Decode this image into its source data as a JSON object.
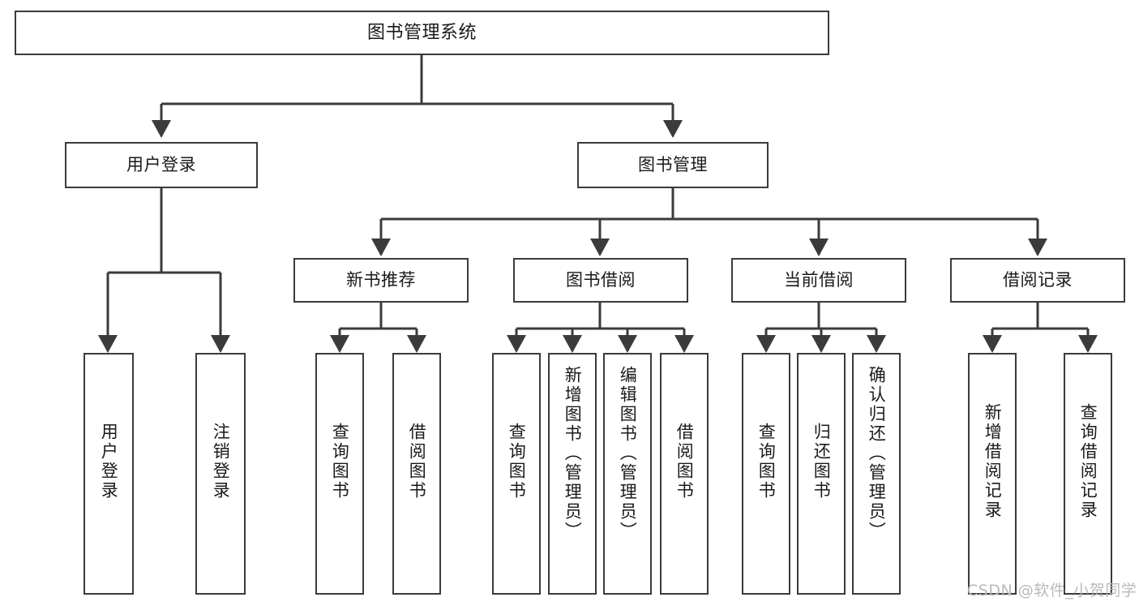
{
  "diagram": {
    "type": "tree",
    "title": "图书管理系统",
    "orientation": "top-down",
    "root": {
      "id": "root",
      "label": "图书管理系统"
    },
    "level2": [
      {
        "id": "user-login",
        "label": "用户登录"
      },
      {
        "id": "book-management",
        "label": "图书管理"
      }
    ],
    "level3": [
      {
        "id": "new-book-recommend",
        "label": "新书推荐",
        "parent": "book-management"
      },
      {
        "id": "book-borrow",
        "label": "图书借阅",
        "parent": "book-management"
      },
      {
        "id": "current-borrow",
        "label": "当前借阅",
        "parent": "book-management"
      },
      {
        "id": "borrow-record",
        "label": "借阅记录",
        "parent": "book-management"
      }
    ],
    "leaves": [
      {
        "id": "leaf-user-login",
        "label": "用户登录",
        "parent": "user-login"
      },
      {
        "id": "leaf-logout-login",
        "label": "注销登录",
        "parent": "user-login"
      },
      {
        "id": "leaf-query-book-1",
        "label": "查询图书",
        "parent": "new-book-recommend"
      },
      {
        "id": "leaf-borrow-book-1",
        "label": "借阅图书",
        "parent": "new-book-recommend"
      },
      {
        "id": "leaf-query-book-2",
        "label": "查询图书",
        "parent": "book-borrow"
      },
      {
        "id": "leaf-add-book",
        "label": "新增图书（管理员）",
        "parent": "book-borrow"
      },
      {
        "id": "leaf-edit-book",
        "label": "编辑图书（管理员）",
        "parent": "book-borrow"
      },
      {
        "id": "leaf-borrow-book-2",
        "label": "借阅图书",
        "parent": "book-borrow"
      },
      {
        "id": "leaf-query-book-3",
        "label": "查询图书",
        "parent": "current-borrow"
      },
      {
        "id": "leaf-return-book",
        "label": "归还图书",
        "parent": "current-borrow"
      },
      {
        "id": "leaf-confirm-return",
        "label": "确认归还（管理员）",
        "parent": "current-borrow"
      },
      {
        "id": "leaf-add-borrow-record",
        "label": "新增借阅记录",
        "parent": "borrow-record"
      },
      {
        "id": "leaf-query-borrow-record",
        "label": "查询借阅记录",
        "parent": "borrow-record"
      }
    ],
    "colors": {
      "stroke": "#3b3b3b",
      "fill": "#ffffff",
      "text": "#1a1a1a",
      "watermark": "#b9b9b9"
    }
  },
  "watermark": {
    "text": "CSDN @软件_小贺同学"
  }
}
